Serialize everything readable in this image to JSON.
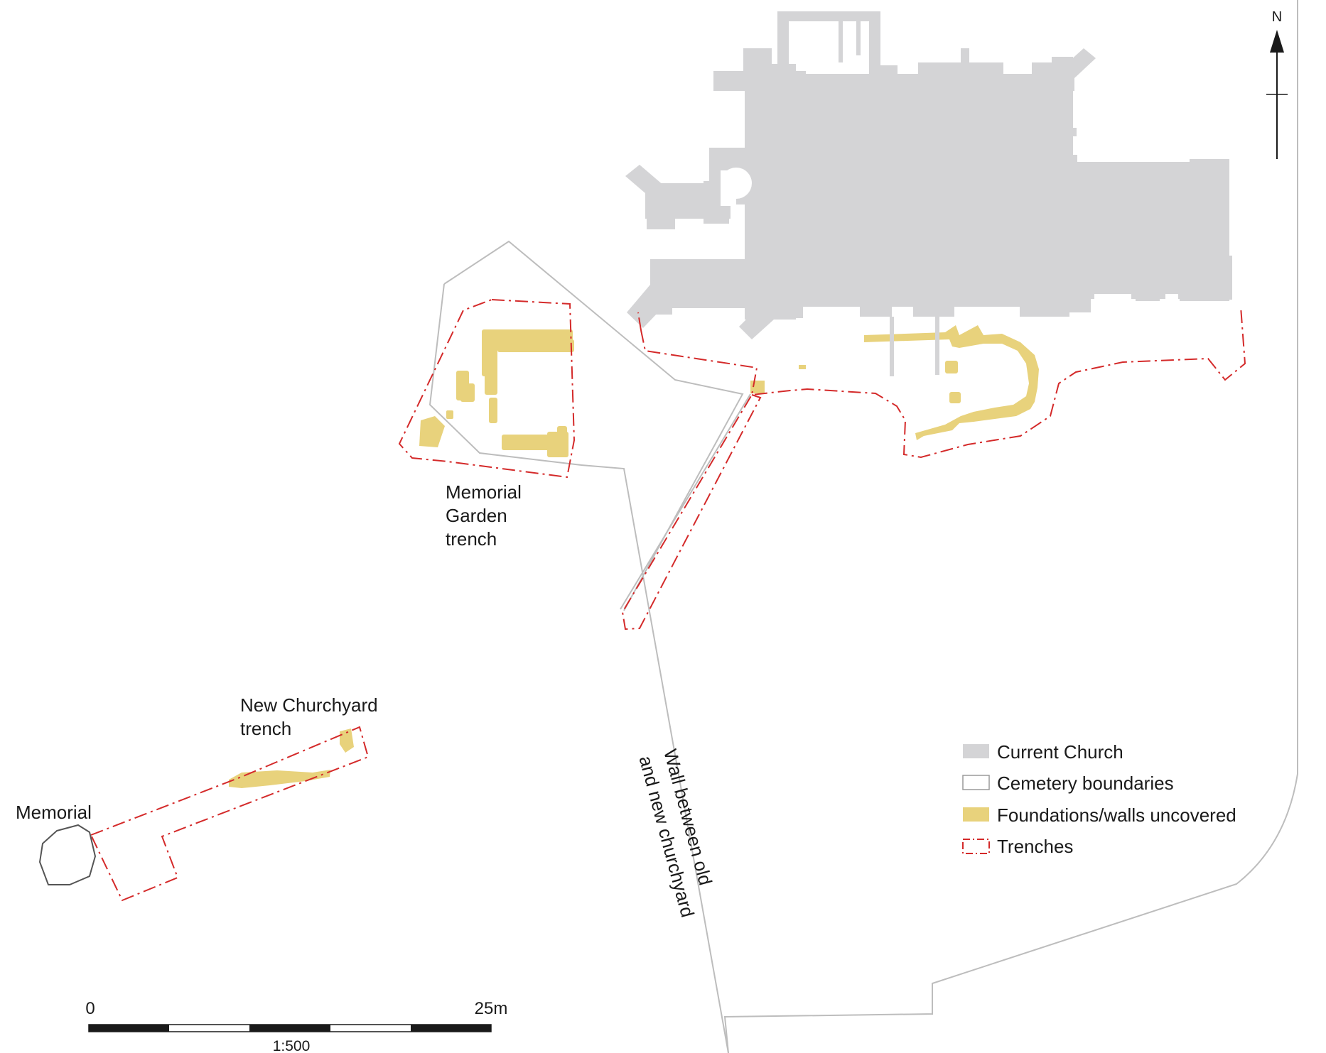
{
  "colors": {
    "church": "#d4d4d6",
    "boundary": "#bdbdbd",
    "foundation": "#e8d27c",
    "trench": "#d42a2a",
    "text": "#1a1a1a",
    "memorial": "#555555"
  },
  "north": {
    "label": "N"
  },
  "labels": {
    "memorial_garden": [
      "Memorial",
      "Garden",
      "trench"
    ],
    "new_churchyard": [
      "New Churchyard",
      "trench"
    ],
    "memorial": "Memorial",
    "wall": [
      "Wall between old",
      "and new churchyard"
    ]
  },
  "legend": [
    {
      "key": "church",
      "label": "Current Church"
    },
    {
      "key": "boundary",
      "label": "Cemetery boundaries"
    },
    {
      "key": "foundation",
      "label": "Foundations/walls uncovered"
    },
    {
      "key": "trench",
      "label": "Trenches"
    }
  ],
  "scale_bar": {
    "start": "0",
    "end": "25m",
    "ratio": "1:500"
  }
}
